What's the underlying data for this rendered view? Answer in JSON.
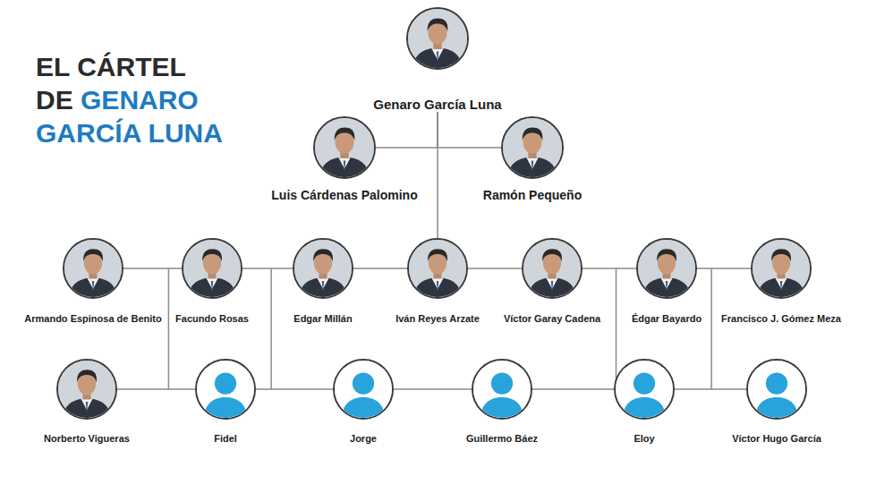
{
  "diagram": {
    "title": "EL CÁRTEL DE GENARO GARCÍA LUNA",
    "nodes": [
      {
        "text": [
          "Genaro García Luna"
        ]
      },
      {
        "text": [
          "Luis Cárdenas Palomino"
        ]
      },
      {
        "text": [
          "Ramón Pequeño"
        ]
      },
      {
        "text": [
          "Armando Espinosa de Benito"
        ]
      },
      {
        "text": [
          "Facundo Rosas"
        ]
      },
      {
        "text": [
          "Edgar Millán"
        ]
      },
      {
        "text": [
          "Iván Reyes Arzate"
        ]
      },
      {
        "text": [
          "Víctor Garay Cadena"
        ]
      },
      {
        "text": [
          "Édgar Bayardo"
        ]
      },
      {
        "text": [
          "Francisco J. Gómez Meza"
        ]
      },
      {
        "text": [
          "Norberto Vigueras"
        ]
      },
      {
        "text": [
          "Fidel"
        ]
      },
      {
        "text": [
          "Jorge"
        ]
      },
      {
        "text": [
          "Guillermo Báez"
        ]
      },
      {
        "text": [
          "Eloy"
        ]
      },
      {
        "text": [
          "Víctor Hugo García"
        ]
      }
    ],
    "edges": [
      {
        "from": 0,
        "to": 1,
        "arrow": "none"
      },
      {
        "from": 0,
        "to": 2,
        "arrow": "none"
      },
      {
        "from": 0,
        "to": 6,
        "arrow": "none"
      },
      {
        "from": 3,
        "to": 4,
        "arrow": "none"
      },
      {
        "from": 4,
        "to": 5,
        "arrow": "none"
      },
      {
        "from": 5,
        "to": 6,
        "arrow": "none"
      },
      {
        "from": 6,
        "to": 7,
        "arrow": "none"
      },
      {
        "from": 7,
        "to": 8,
        "arrow": "none"
      },
      {
        "from": 8,
        "to": 9,
        "arrow": "none"
      },
      {
        "from": 10,
        "to": 11,
        "arrow": "none"
      },
      {
        "from": 11,
        "to": 12,
        "arrow": "none"
      },
      {
        "from": 12,
        "to": 13,
        "arrow": "none"
      },
      {
        "from": 13,
        "to": 14,
        "arrow": "none"
      },
      {
        "from": 14,
        "to": 15,
        "arrow": "none"
      }
    ]
  }
}
